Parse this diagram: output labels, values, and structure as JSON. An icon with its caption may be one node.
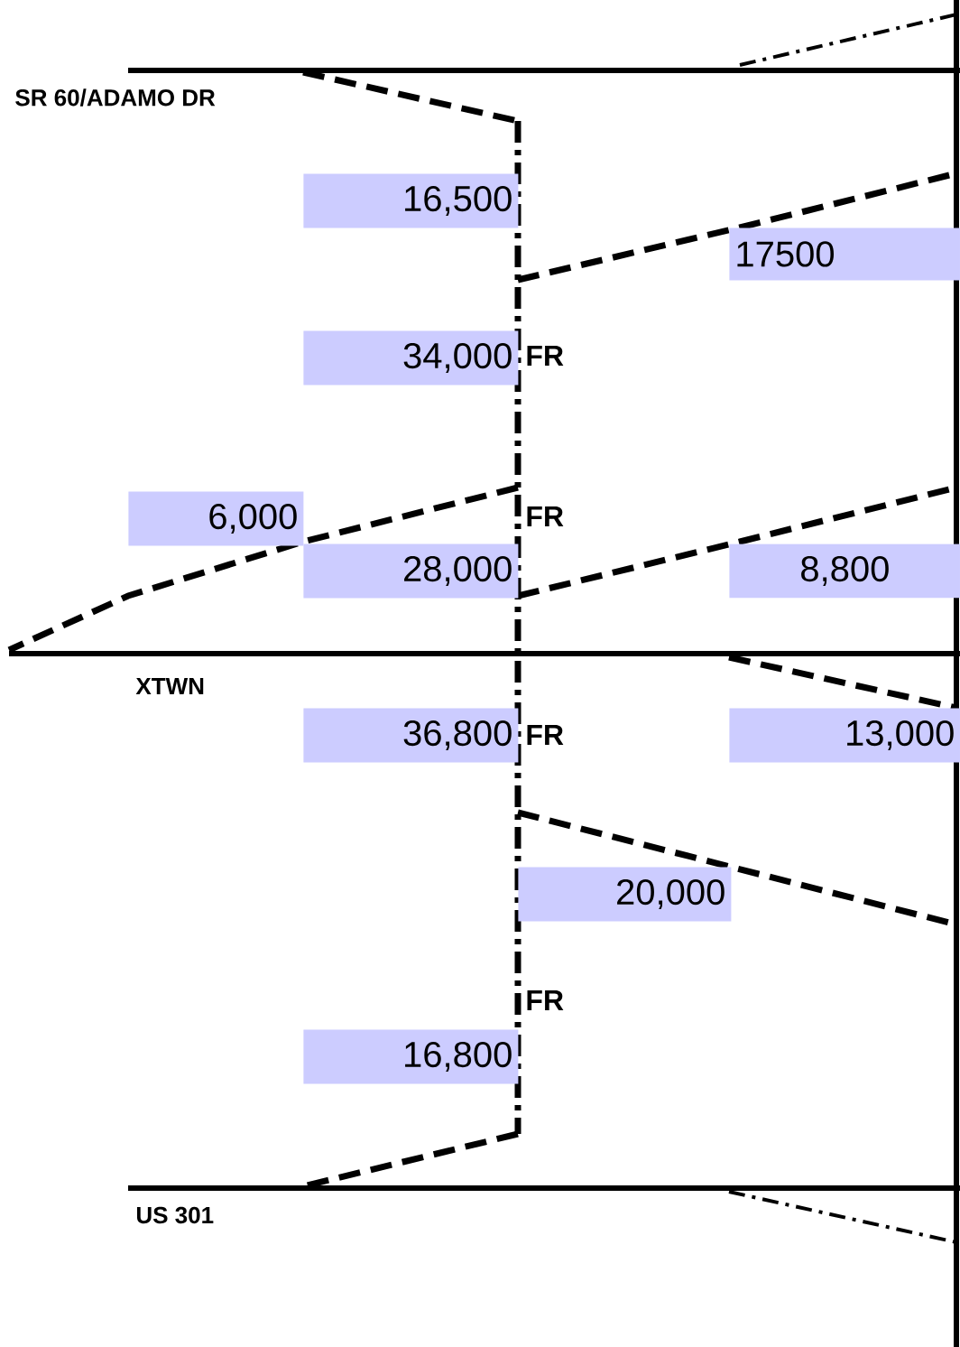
{
  "diagram": {
    "nodes": [
      {
        "text": [
          "16,500"
        ]
      },
      {
        "text": [
          "17500"
        ]
      },
      {
        "text": [
          "34,000"
        ]
      },
      {
        "text": [
          "6,000"
        ]
      },
      {
        "text": [
          "28,000"
        ]
      },
      {
        "text": [
          "8,800"
        ]
      },
      {
        "text": [
          "36,800"
        ]
      },
      {
        "text": [
          "13,000"
        ]
      },
      {
        "text": [
          "20,000"
        ]
      },
      {
        "text": [
          "16,800"
        ]
      }
    ],
    "labels": [
      "SR 60/ADAMO DR",
      "FR",
      "FR",
      "XTWN",
      "FR",
      "FR",
      "US 301"
    ]
  }
}
